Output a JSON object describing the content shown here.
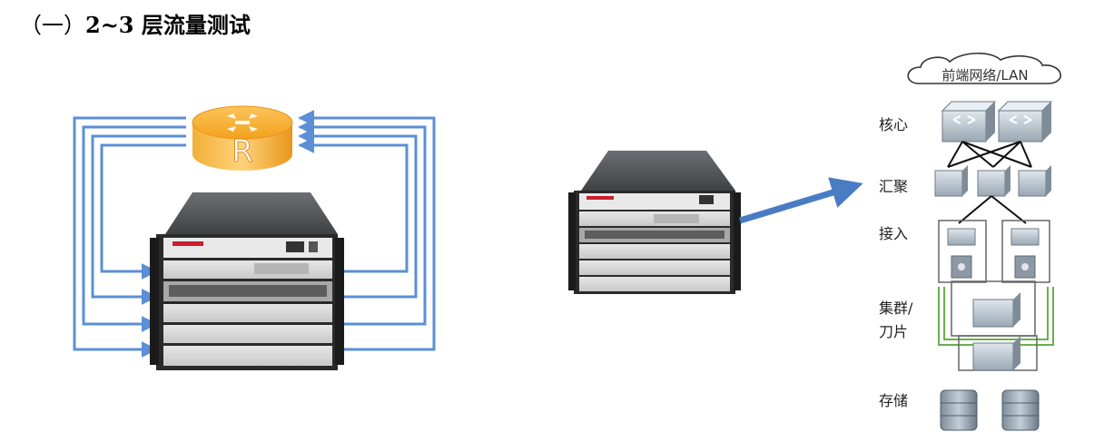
{
  "heading": {
    "number": "一",
    "title": "2~3 层流量测试"
  },
  "router": {
    "label": "R",
    "color": "#f4a21e"
  },
  "colors": {
    "link_blue": "#5b8fd6",
    "uplink_arrow": "#4a7cc4",
    "green_link": "#6ab04c"
  },
  "topology": {
    "cloud_label": "前端网络/LAN",
    "tiers": {
      "core": "核心",
      "aggregation": "汇聚",
      "access": "接入",
      "cluster_line1": "集群/",
      "cluster_line2": "刀片",
      "storage": "存储"
    }
  }
}
